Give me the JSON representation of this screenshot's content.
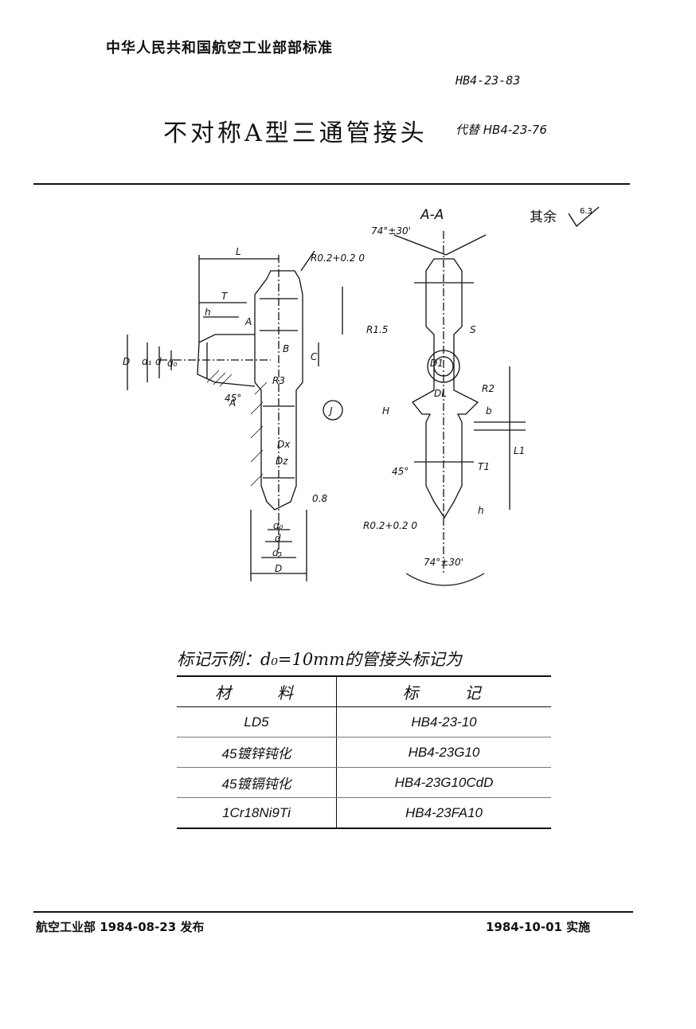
{
  "header": {
    "organization": "中华人民共和国航空工业部部标准",
    "standard_code": "HB4-23-83",
    "title": "不对称A型三通管接头",
    "replaces": "代替 HB4-23-76"
  },
  "drawing": {
    "section_label": "A-A",
    "surface_note": "其余",
    "roughness": "6.3",
    "dimension_labels": {
      "L": "L",
      "T": "T",
      "h": "h",
      "D": "D",
      "d1": "d₁",
      "d": "d",
      "d0": "d₀",
      "A": "A",
      "B": "B",
      "C": "C",
      "R3": "R3",
      "J": "J",
      "Dx": "Dx",
      "Dz": "Dz",
      "angle45": "45°",
      "R02": "R0.2+0.2 0",
      "ro08": "0.8",
      "angle74": "74°±30'",
      "R15": "R1.5",
      "S": "S",
      "D1": "D1",
      "DL": "DL",
      "R2": "R2",
      "H": "H",
      "b": "b",
      "L1": "L1",
      "T1": "T1",
      "h1": "h"
    }
  },
  "marking": {
    "example": "标记示例：d₀=10mm的管接头标记为",
    "headers": [
      "材　　料",
      "标　　记"
    ],
    "rows": [
      {
        "material": "LD5",
        "mark": "HB4-23-10"
      },
      {
        "material": "45镀锌钝化",
        "mark": "HB4-23G10"
      },
      {
        "material": "45镀镉钝化",
        "mark": "HB4-23G10CdD"
      },
      {
        "material": "1Cr18Ni9Ti",
        "mark": "HB4-23FA10"
      }
    ]
  },
  "footer": {
    "published": "航空工业部 1984-08-23 发布",
    "implemented": "1984-10-01 实施"
  }
}
